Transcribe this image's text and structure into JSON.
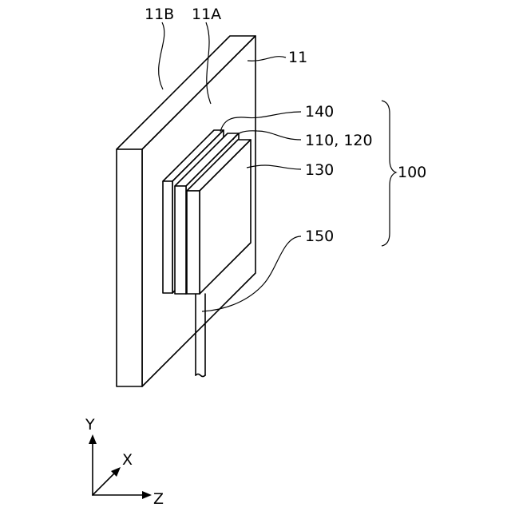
{
  "labels": {
    "plate": "11",
    "plate_face_a": "11A",
    "plate_face_b": "11B",
    "layer_140": "140",
    "layer_110_120": "110, 120",
    "layer_130": "130",
    "assembly": "100",
    "lead_150": "150"
  },
  "axes": {
    "x": "X",
    "y": "Y",
    "z": "Z"
  }
}
